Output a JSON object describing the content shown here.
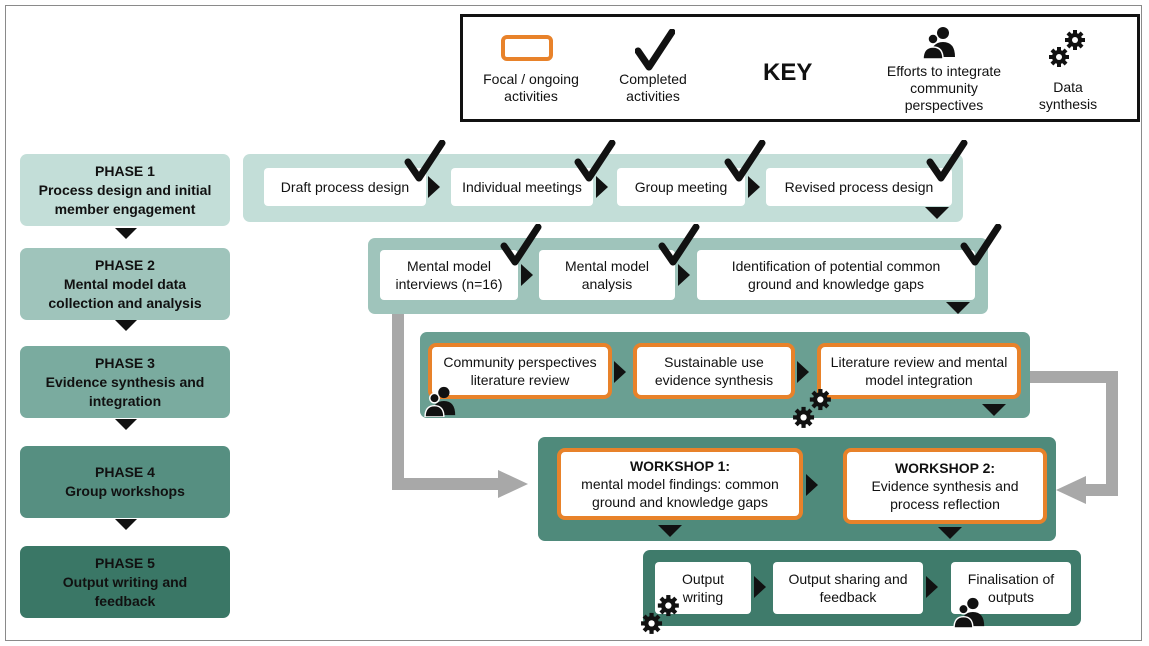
{
  "key": {
    "title": "KEY",
    "focal_label": "Focal / ongoing activities",
    "completed_label": "Completed activities",
    "community_label": "Efforts to integrate community perspectives",
    "synthesis_label": "Data synthesis"
  },
  "phases": [
    {
      "label": "PHASE 1",
      "name": "Process design and initial member engagement",
      "color": "#c3ded8"
    },
    {
      "label": "PHASE 2",
      "name": "Mental model data collection and analysis",
      "color": "#9fc4bb"
    },
    {
      "label": "PHASE 3",
      "name": "Evidence synthesis and integration",
      "color": "#7aab9f"
    },
    {
      "label": "PHASE 4",
      "name": "Group workshops",
      "color": "#568f81"
    },
    {
      "label": "PHASE 5",
      "name": "Output writing and feedback",
      "color": "#3a7766"
    }
  ],
  "phase1": {
    "steps": [
      "Draft process design",
      "Individual meetings",
      "Group meeting",
      "Revised process design"
    ]
  },
  "phase2": {
    "steps": [
      "Mental model interviews (n=16)",
      "Mental model analysis",
      "Identification of potential common ground and knowledge gaps"
    ]
  },
  "phase3": {
    "steps": [
      "Community perspectives literature review",
      "Sustainable use evidence synthesis",
      "Literature review and mental model integration"
    ]
  },
  "phase4": {
    "w1_title": "WORKSHOP 1:",
    "w1_text": "mental model findings: common ground and knowledge gaps",
    "w2_title": "WORKSHOP 2:",
    "w2_text": "Evidence synthesis and process reflection"
  },
  "phase5": {
    "steps": [
      "Output writing",
      "Output sharing and feedback",
      "Finalisation of outputs"
    ]
  },
  "colors": {
    "focal_border": "#e8822a",
    "connector": "#a8a8a8",
    "panel1": "#c3ded8",
    "panel2": "#9fc4bb",
    "panel3": "#6a9f92",
    "panel4": "#4f8a7b",
    "panel5": "#3f7b6b"
  }
}
